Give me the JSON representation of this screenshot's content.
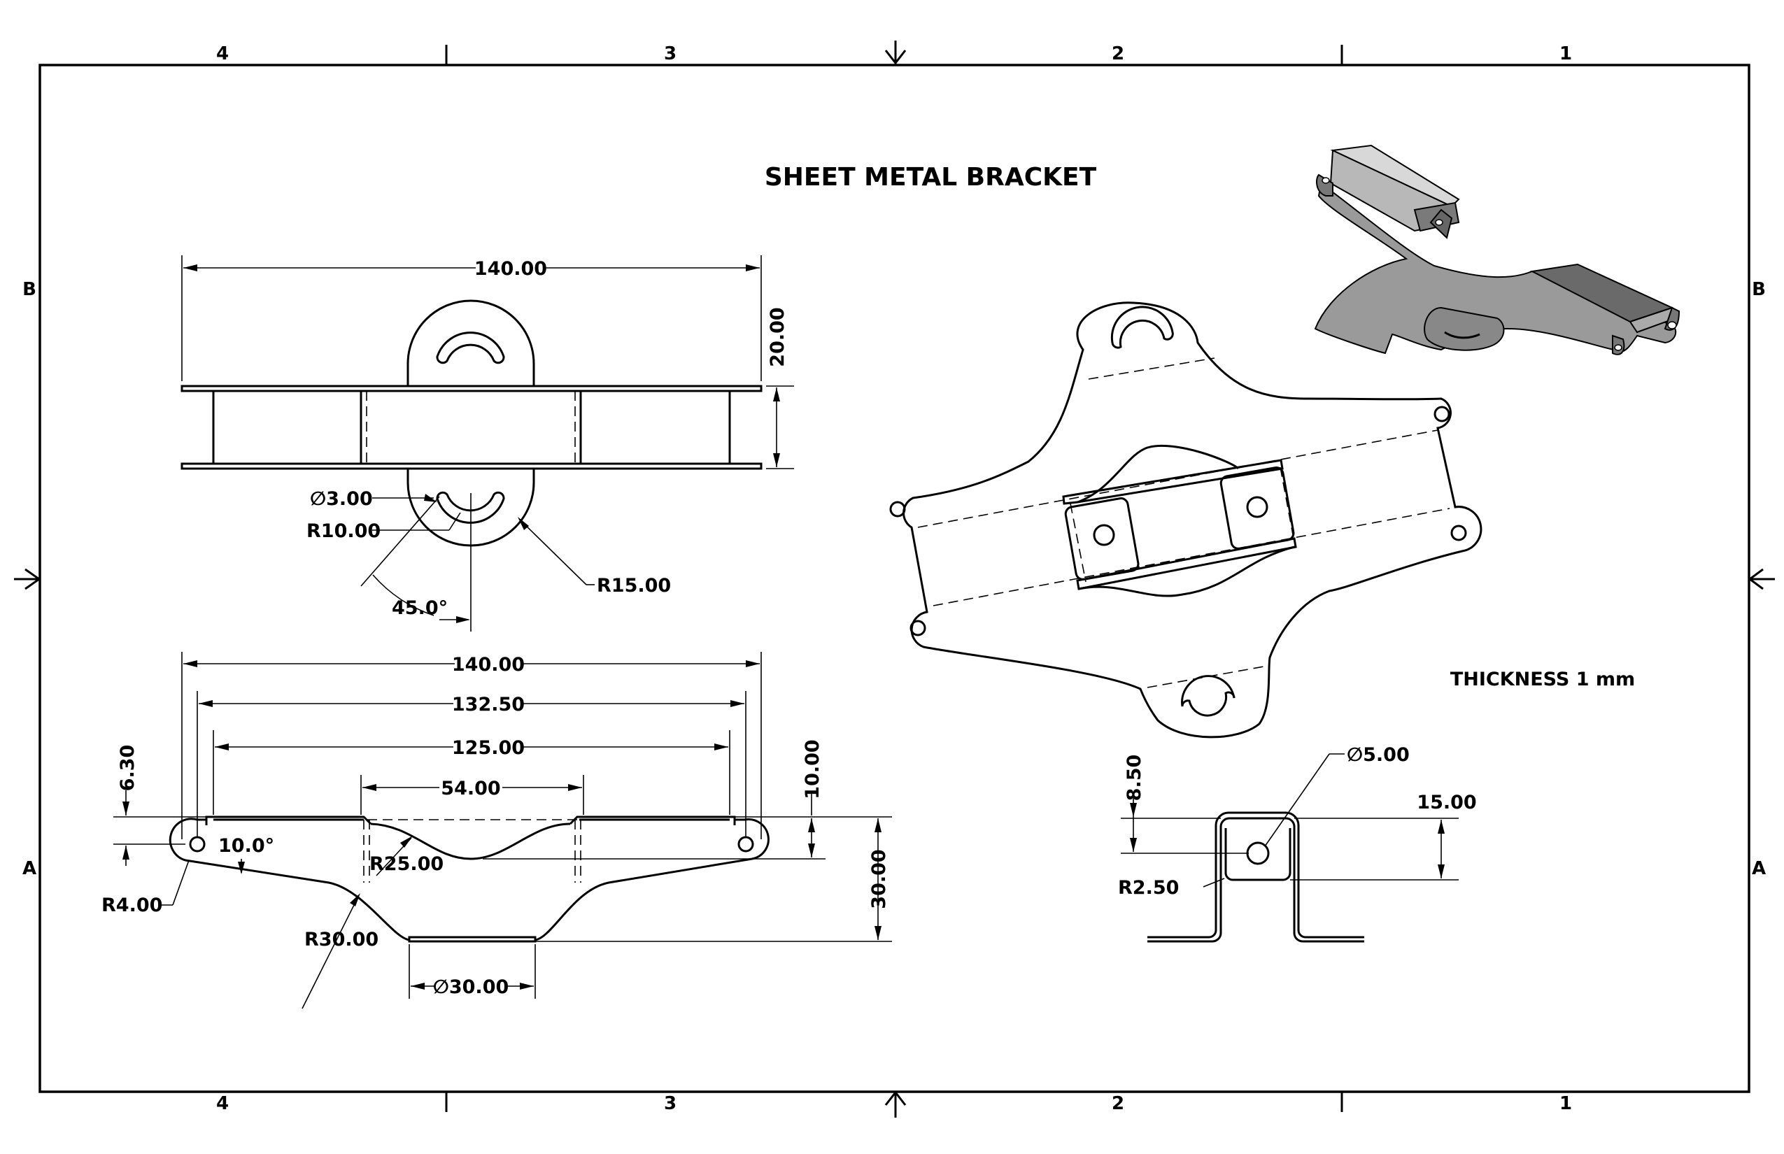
{
  "title": "SHEET METAL BRACKET",
  "note": "THICKNESS 1 mm",
  "zones": {
    "columns": [
      "4",
      "3",
      "2",
      "1"
    ],
    "rows": [
      "B",
      "A"
    ]
  },
  "dimensions": {
    "top_view": {
      "overall_length": "140.00",
      "height": "20.00",
      "slot_diameter": "∅3.00",
      "slot_radius": "R10.00",
      "tab_radius": "R15.00",
      "angle": "45.0°"
    },
    "front_view": {
      "overall_length": "140.00",
      "hole_pitch": "132.50",
      "flange_span": "125.00",
      "center_span": "54.00",
      "hole_offset": "6.30",
      "flange_angle": "10.0°",
      "step": "10.00",
      "inner_radius": "R25.00",
      "corner_radius": "R4.00",
      "outer_radius": "R30.00",
      "base_diameter": "∅30.00",
      "overall_height": "30.00"
    },
    "side_view": {
      "hole_diameter": "∅5.00",
      "hole_height": "8.50",
      "channel_height": "15.00",
      "bend_radius": "R2.50"
    }
  },
  "colors": {
    "line": "#000000",
    "background": "#ffffff",
    "iso_dark": "#555555",
    "iso_light": "#b8b8b8"
  }
}
